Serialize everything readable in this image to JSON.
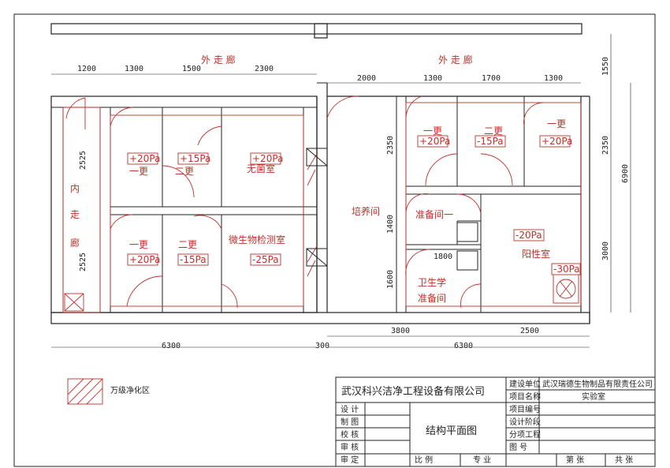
{
  "corridors": {
    "outer_left": "外 走 廊",
    "outer_right": "外 走 廊",
    "inner": [
      "内",
      "走",
      "廊"
    ]
  },
  "rooms": {
    "l1": {
      "name": "一更",
      "pa": "+20Pa"
    },
    "l2": {
      "name": "二更",
      "pa": "+15Pa"
    },
    "sterile": {
      "name": "无菌室",
      "pa": "+20Pa"
    },
    "l3": {
      "name": "一更",
      "pa": "+20Pa"
    },
    "l4": {
      "name": "二更",
      "pa": "-15Pa"
    },
    "micro": {
      "name": "微生物检测室",
      "pa": "-25Pa"
    },
    "culture": {
      "name": "培养间"
    },
    "r1": {
      "name": "一更",
      "pa": "+20Pa"
    },
    "r2": {
      "name": "二更",
      "pa": "-15Pa"
    },
    "r3": {
      "name": "一更",
      "pa": "+20Pa"
    },
    "prep1": {
      "name": "准备间一"
    },
    "positive": {
      "name": "阳性室",
      "pa": "-20Pa"
    },
    "hatch": {
      "pa": "-30Pa"
    },
    "hygiene": {
      "lines": [
        "卫生学",
        "准备间"
      ]
    }
  },
  "dims": {
    "top_left": [
      "1200",
      "1300",
      "1500",
      "2300"
    ],
    "top_right": [
      "2000",
      "1300",
      "1700",
      "1300"
    ],
    "right_side": [
      "1550",
      "2350",
      "3000"
    ],
    "right_total": "6900",
    "left_side": [
      "2525",
      "2525"
    ],
    "inner": [
      "2350",
      "1400",
      "1600",
      "1800"
    ],
    "bottom_right_parts": [
      "3800",
      "2500"
    ],
    "bottom_left_total": "6300",
    "bottom_gap": "300",
    "bottom_right_total": "6300"
  },
  "legend": {
    "label": "万级净化区"
  },
  "title_block": {
    "company": "武汉科兴洁净工程设备有限公司",
    "drawing_title": "结构平面图",
    "roles": [
      "设 计",
      "制 图",
      "校 核",
      "审 核",
      "审 定"
    ],
    "fields": [
      {
        "label": "建设单位",
        "value": "武汉瑞德生物制品有限责任公司"
      },
      {
        "label": "项目名称",
        "value": "实验室"
      },
      {
        "label": "项目编号",
        "value": ""
      },
      {
        "label": "设计阶段",
        "value": ""
      },
      {
        "label": "分项工程",
        "value": ""
      },
      {
        "label": "图    号",
        "value": ""
      }
    ],
    "scale_label": "比 例",
    "discipline_label": "专 业",
    "sheet_label": "第     张",
    "total_label": "共     张"
  }
}
